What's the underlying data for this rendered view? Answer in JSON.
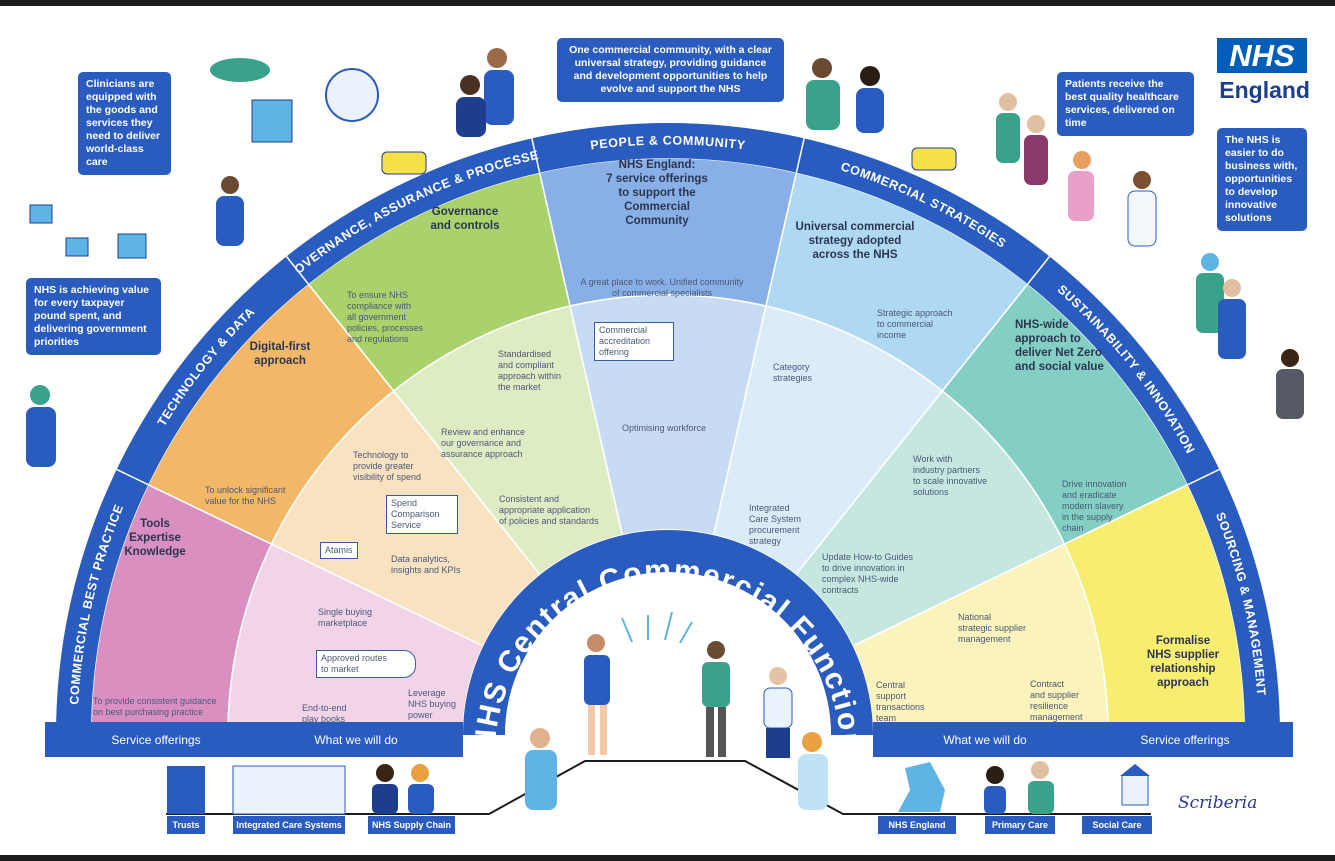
{
  "logo": {
    "nhs": "NHS",
    "region": "England"
  },
  "callouts": {
    "clinicians": "Clinicians are equipped with the goods and services they need to deliver world-class care",
    "value": "NHS is achieving value for every taxpayer pound spent, and delivering government priorities",
    "community": "One commercial community, with a clear universal strategy, providing guidance and development opportunities to help evolve and support the NHS",
    "patients": "Patients receive the best quality healthcare services, delivered on time",
    "business": "The NHS is easier to do business with, opportunities to develop innovative solutions"
  },
  "colors": {
    "band": "#2a5cbf",
    "nhs_blue": "#005eb8"
  },
  "sections": [
    {
      "name": "COMMERCIAL BEST PRACTICE",
      "color": "#d98fc0",
      "inner_color": "#f1d4e7",
      "heading": "Tools\nExpertise\nKnowledge",
      "text": "To provide consistent guidance\non best purchasing practice",
      "actions": [
        "Single buying\nmarketplace",
        "Approved routes\nto market",
        "End-to-end\nplay books",
        "Leverage\nNHS buying\npower"
      ]
    },
    {
      "name": "TECHNOLOGY & DATA",
      "color": "#f2b868",
      "inner_color": "#f9e2c0",
      "heading": "Digital-first\napproach",
      "text": "To unlock significant\nvalue for the NHS",
      "actions": [
        "Technology to\nprovide greater\nvisibility of spend",
        "Spend\nComparison\nService",
        "Atamis",
        "Data analytics,\ninsights and KPIs"
      ]
    },
    {
      "name": "GOVERNANCE, ASSURANCE & PROCESSES",
      "color": "#a9d16c",
      "inner_color": "#deecc3",
      "heading": "Governance\nand controls",
      "text": "To ensure NHS\ncompliance with\nall government\npolicies, processes\nand regulations",
      "actions": [
        "Standardised\nand compliant\napproach within\nthe market",
        "Review and enhance\nour governance and\nassurance approach",
        "Consistent and\nappropriate application\nof policies and standards"
      ]
    },
    {
      "name": "PEOPLE & COMMUNITY",
      "color": "#88b0e6",
      "inner_color": "#c8dbf4",
      "heading": "NHS England:\n7 service offerings\nto support the\nCommercial\nCommunity",
      "text": "A great place to work. Unified community\nof commercial specialists",
      "actions": [
        "Commercial\naccreditation\noffering",
        "Optimising workforce"
      ]
    },
    {
      "name": "COMMERCIAL STRATEGIES",
      "color": "#afd8f3",
      "inner_color": "#dbecf9",
      "heading": "Universal commercial\nstrategy adopted\nacross the NHS",
      "text": "Strategic approach\nto commercial\nincome",
      "actions": [
        "Category\nstrategies",
        "Integrated\nCare System\nprocurement\nstrategy"
      ]
    },
    {
      "name": "SUSTAINABILITY & INNOVATION",
      "color": "#84cfc3",
      "inner_color": "#c6e7e0",
      "heading": "NHS-wide\napproach to\ndeliver Net Zero\nand social value",
      "text": "Drive innovation\nand eradicate\nmodern slavery\nin the supply\nchain",
      "actions": [
        "Work with\nindustry partners\nto scale innovative\nsolutions",
        "Update How-to Guides\nto drive innovation in\ncomplex NHS-wide\ncontracts"
      ]
    },
    {
      "name": "SOURCING & MANAGEMENT",
      "color": "#f7ee6f",
      "inner_color": "#faf3bb",
      "heading": "Formalise\nNHS supplier\nrelationship\napproach",
      "text": "",
      "actions": [
        "National\nstrategic supplier\nmanagement",
        "Central\nsupport\ntransactions\nteam",
        "Contract\nand supplier\nresilience\nmanagement"
      ]
    }
  ],
  "center": {
    "title": "NHS Central Commercial Function"
  },
  "bottom_bar": {
    "left_service": "Service offerings",
    "left_what": "What we will do",
    "right_what": "What we will do",
    "right_service": "Service offerings"
  },
  "stakeholders": [
    "Trusts",
    "Integrated Care Systems",
    "NHS Supply Chain",
    "NHS England",
    "Primary Care",
    "Social Care"
  ],
  "signature": "Scriberia"
}
